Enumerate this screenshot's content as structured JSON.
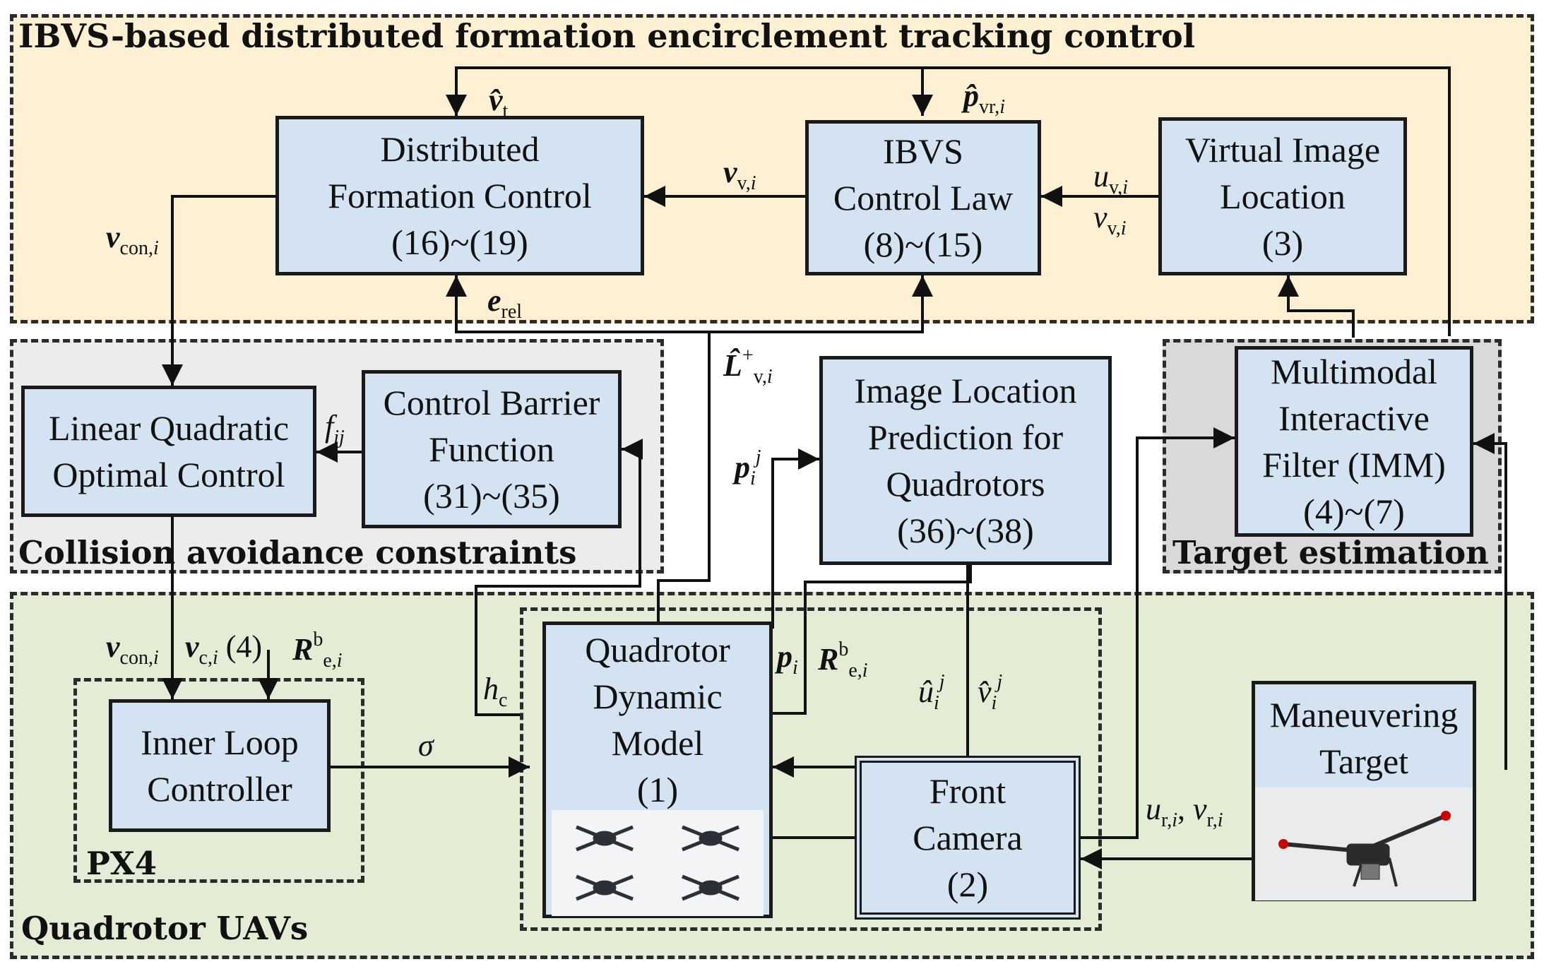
{
  "regions": {
    "ibvs_title": "IBVS-based distributed formation encirclement tracking control",
    "collision_title": "Collision avoidance constraints",
    "target_title": "Target estimation",
    "uav_title": "Quadrotor UAVs",
    "px4_title": "PX4"
  },
  "boxes": {
    "distributed": [
      "Distributed",
      "Formation Control",
      "(16)~(19)"
    ],
    "ibvs_law": [
      "IBVS",
      "Control Law",
      "(8)~(15)"
    ],
    "virtual_image": [
      "Virtual Image",
      "Location",
      "(3)"
    ],
    "lq": [
      "Linear Quadratic",
      "Optimal Control"
    ],
    "cbf": [
      "Control Barrier",
      "Function",
      "(31)~(35)"
    ],
    "image_pred": [
      "Image Location",
      "Prediction for",
      "Quadrotors",
      "(36)~(38)"
    ],
    "imm": [
      "Multimodal",
      "Interactive",
      "Filter (IMM)",
      "(4)~(7)"
    ],
    "inner_loop": [
      "Inner Loop",
      "Controller"
    ],
    "dynamic": [
      "Quadrotor",
      "Dynamic",
      "Model",
      "(1)"
    ],
    "camera": [
      "Front",
      "Camera",
      "(2)"
    ],
    "target": [
      "Maneuvering",
      "Target"
    ]
  },
  "labels": {
    "sigma": "σ",
    "hc": "h",
    "hc_sub": "c",
    "fij": "f",
    "fij_sub": "ij",
    "four": "(4)"
  },
  "colors": {
    "ibvs_bg": "#fdf0d3",
    "collision_bg": "#ececec",
    "target_bg": "#d9d9d9",
    "uav_bg": "#e3edd6",
    "box_bg": "#d4e3f1"
  },
  "icons": [
    "quadrotor-photo-icon",
    "maneuvering-drone-photo-icon"
  ]
}
